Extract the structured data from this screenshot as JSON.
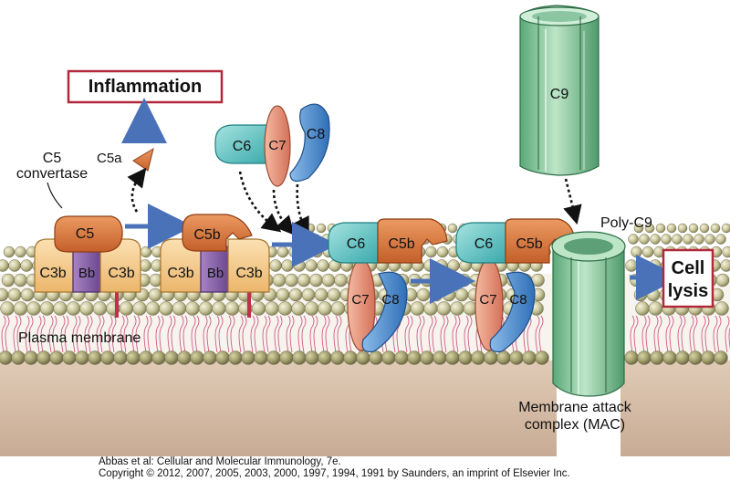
{
  "labels": {
    "inflammation": "Inflammation",
    "c5_convertase_line1": "C5",
    "c5_convertase_line2": "convertase",
    "c5a": "C5a",
    "c5": "C5",
    "c5b": "C5b",
    "c3b": "C3b",
    "bb": "Bb",
    "c6": "C6",
    "c7": "C7",
    "c8": "C8",
    "c9": "C9",
    "poly_c9": "Poly-C9",
    "cell_lysis_line1": "Cell",
    "cell_lysis_line2": "lysis",
    "plasma_membrane": "Plasma membrane",
    "mac_line1": "Membrane attack",
    "mac_line2": "complex (MAC)"
  },
  "credits": {
    "line1": "Abbas et al: Cellular and Molecular Immunology, 7e.",
    "line2": "Copyright © 2012, 2007, 2005, 2003, 2000, 1997, 1994, 1991 by Saunders, an imprint of Elsevier Inc."
  },
  "colors": {
    "c5_orange": "#d9773f",
    "c3b_tan": "#f5c98a",
    "bb_purple": "#8a63a8",
    "c6_teal": "#5fc7c7",
    "c7_salmon": "#e8937a",
    "c8_blue": "#4f8fd1",
    "c9_green": "#7dc49a",
    "arrow_blue": "#4a72b8",
    "box_red": "#b0283a",
    "membrane_bead": "#cfcba0",
    "cytoplasm": "#d8c0ac"
  }
}
